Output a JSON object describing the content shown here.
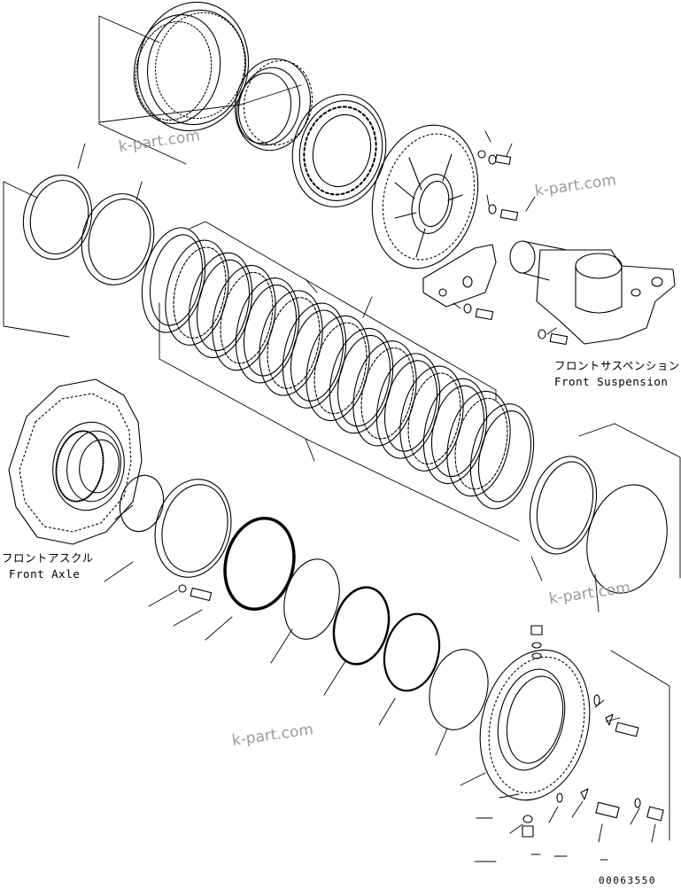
{
  "labels": {
    "front_suspension_jp": "フロントサスペンション",
    "front_suspension_en": "Front Suspension",
    "front_axle_jp": "フロントアスクル",
    "front_axle_en": "Front Axle"
  },
  "watermark": "k-part.com",
  "drawing_code": "00063550"
}
